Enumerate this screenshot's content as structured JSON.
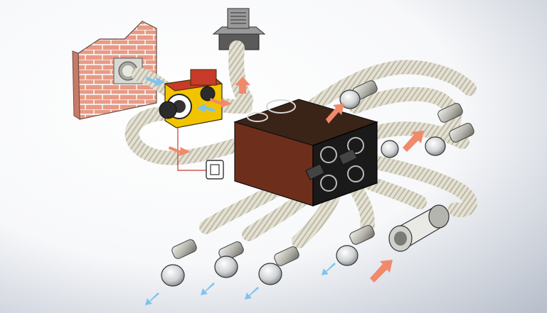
{
  "title": "",
  "colors": {
    "background_light": "#f7f8fa",
    "background_dark": "#b9c0cc",
    "duct": "#e4e1d2",
    "duct_rib": "#a9a595",
    "plenum_top": "#3a2418",
    "plenum_front": "#6e2e1c",
    "plenum_side": "#1a1a1a",
    "brick": "#e79b86",
    "mortar": "#ffffff",
    "fan_body": "#f2c400",
    "fan_red": "#c83a2a",
    "supply_arrow": "#f08a6a",
    "extract_arrow": "#7ec3ee",
    "grille": "#bfc6c8",
    "hood": "#8c8c8c"
  },
  "components": {
    "wall": "brick-wall-with-intake",
    "roof_outlet": "roof-outlet-with-hood",
    "fan_unit": "inline-fan-box",
    "plenum": "distribution-plenum-box",
    "switch": "wall-switch",
    "terminals": "spherical-air-terminals",
    "sleeves": "ceiling-sleeve-connectors",
    "diffuser": "cylindrical-diffuser"
  },
  "legend_icons": {
    "supply": "supply-arrow-icon",
    "extract": "extract-arrow-icon"
  }
}
